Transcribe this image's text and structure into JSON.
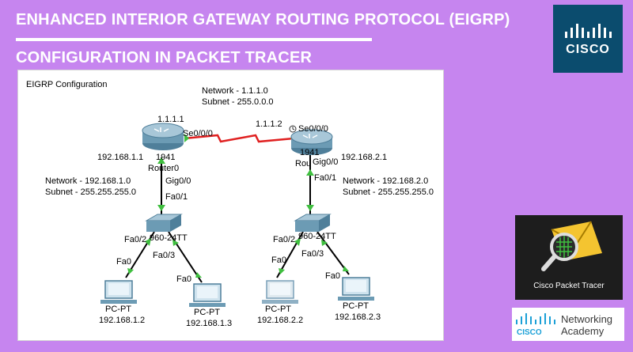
{
  "header": {
    "title_line1": "ENHANCED INTERIOR GATEWAY ROUTING PROTOCOL (EIGRP)",
    "title_line2": "CONFIGURATION IN PACKET TRACER"
  },
  "cisco_logo": {
    "word": "CISCO",
    "icon": "cisco-bars-icon"
  },
  "diagram": {
    "title": "EIGRP Configuration",
    "serial_network": {
      "network": "Network - 1.1.1.0",
      "subnet": "Subnet - 255.0.0.0"
    },
    "router0": {
      "model": "1941",
      "name": "Router0",
      "serial_ip": "1.1.1.1",
      "serial_port": "Se0/0/0",
      "lan_ip": "192.168.1.1",
      "gig_port": "Gig0/0",
      "network": "Network - 192.168.1.0",
      "subnet": "Subnet -   255.255.255.0"
    },
    "router1": {
      "model": "1941",
      "name": "Rou",
      "serial_ip": "1.1.1.2",
      "serial_port": "Se0/0/0",
      "lan_ip": "192.168.2.1",
      "gig_port": "Gig0/0",
      "network": "Network - 192.168.2.0",
      "subnet": "Subnet - 255.255.255.0"
    },
    "switch0": {
      "model": "960-24TT",
      "uplink": "Fa0/1",
      "port_a": "Fa0/2",
      "port_b": "Fa0/3"
    },
    "switch1": {
      "model": "960-24TT",
      "uplink": "Fa0/1",
      "port_a": "Fa0/2",
      "port_b": "Fa0/3"
    },
    "pcs": [
      {
        "label": "PC-PT",
        "ip": "192.168.1.2",
        "port": "Fa0"
      },
      {
        "label": "PC-PT",
        "ip": "192.168.1.3",
        "port": "Fa0"
      },
      {
        "label": "PC-PT",
        "ip": "192.168.2.2",
        "port": "Fa0"
      },
      {
        "label": "PC-PT",
        "ip": "192.168.2.3",
        "port": "Fa0"
      }
    ]
  },
  "packet_tracer_card": {
    "caption": "Cisco Packet Tracer",
    "icon": "packet-tracer-envelope-icon"
  },
  "networking_academy": {
    "cisco_word": "CISCO",
    "line1": "Networking",
    "line2": "Academy"
  },
  "colors": {
    "background": "#c685ef",
    "serial_link": "#e02020",
    "link_ok": "#3fbf3f",
    "cisco_blue": "#0b4c6e"
  }
}
